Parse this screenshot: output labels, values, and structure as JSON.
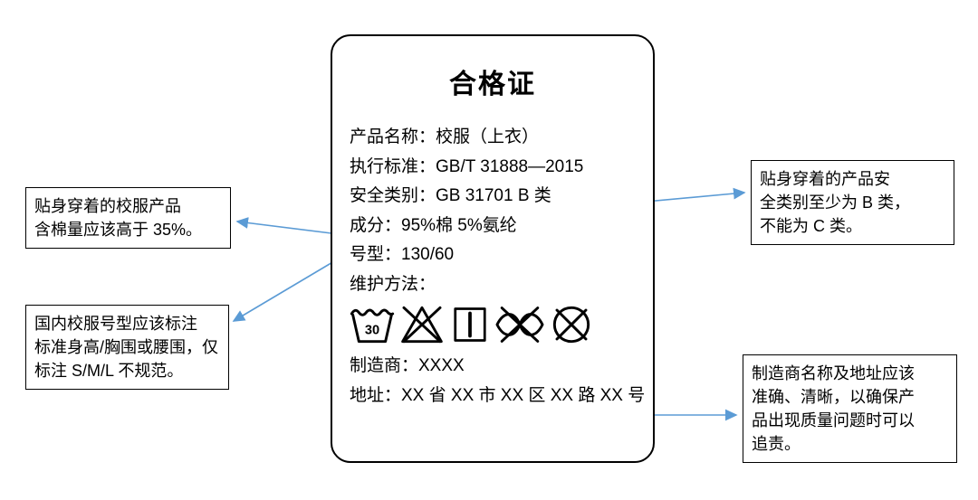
{
  "label": {
    "title": "合格证",
    "lines": [
      "产品名称：校服（上衣）",
      "执行标准：GB/T 31888—2015",
      "安全类别：GB 31701 B 类",
      "成分：95%棉 5%氨纶",
      "号型：130/60",
      "维护方法："
    ],
    "wash_temp": "30",
    "care_symbols": [
      "wash-30",
      "do-not-bleach",
      "line-dry",
      "do-not-wring",
      "do-not-dry-clean"
    ],
    "manufacturer": "制造商：XXXX",
    "address": "地址：XX 省 XX 市 XX 区 XX 路 XX 号"
  },
  "callouts": {
    "left_top": "贴身穿着的校服产品\n含棉量应该高于 35%。",
    "left_bottom": "国内校服号型应该标注\n标准身高/胸围或腰围，仅\n标注 S/M/L 不规范。",
    "right_top": "贴身穿着的产品安\n全类别至少为 B 类，\n不能为 C 类。",
    "right_bottom": "制造商名称及地址应该\n准确、清晰，以确保产\n品出现质量问题时可以\n追责。"
  },
  "colors": {
    "arrow": "#5B9BD5",
    "text": "#000000",
    "border": "#000000"
  }
}
